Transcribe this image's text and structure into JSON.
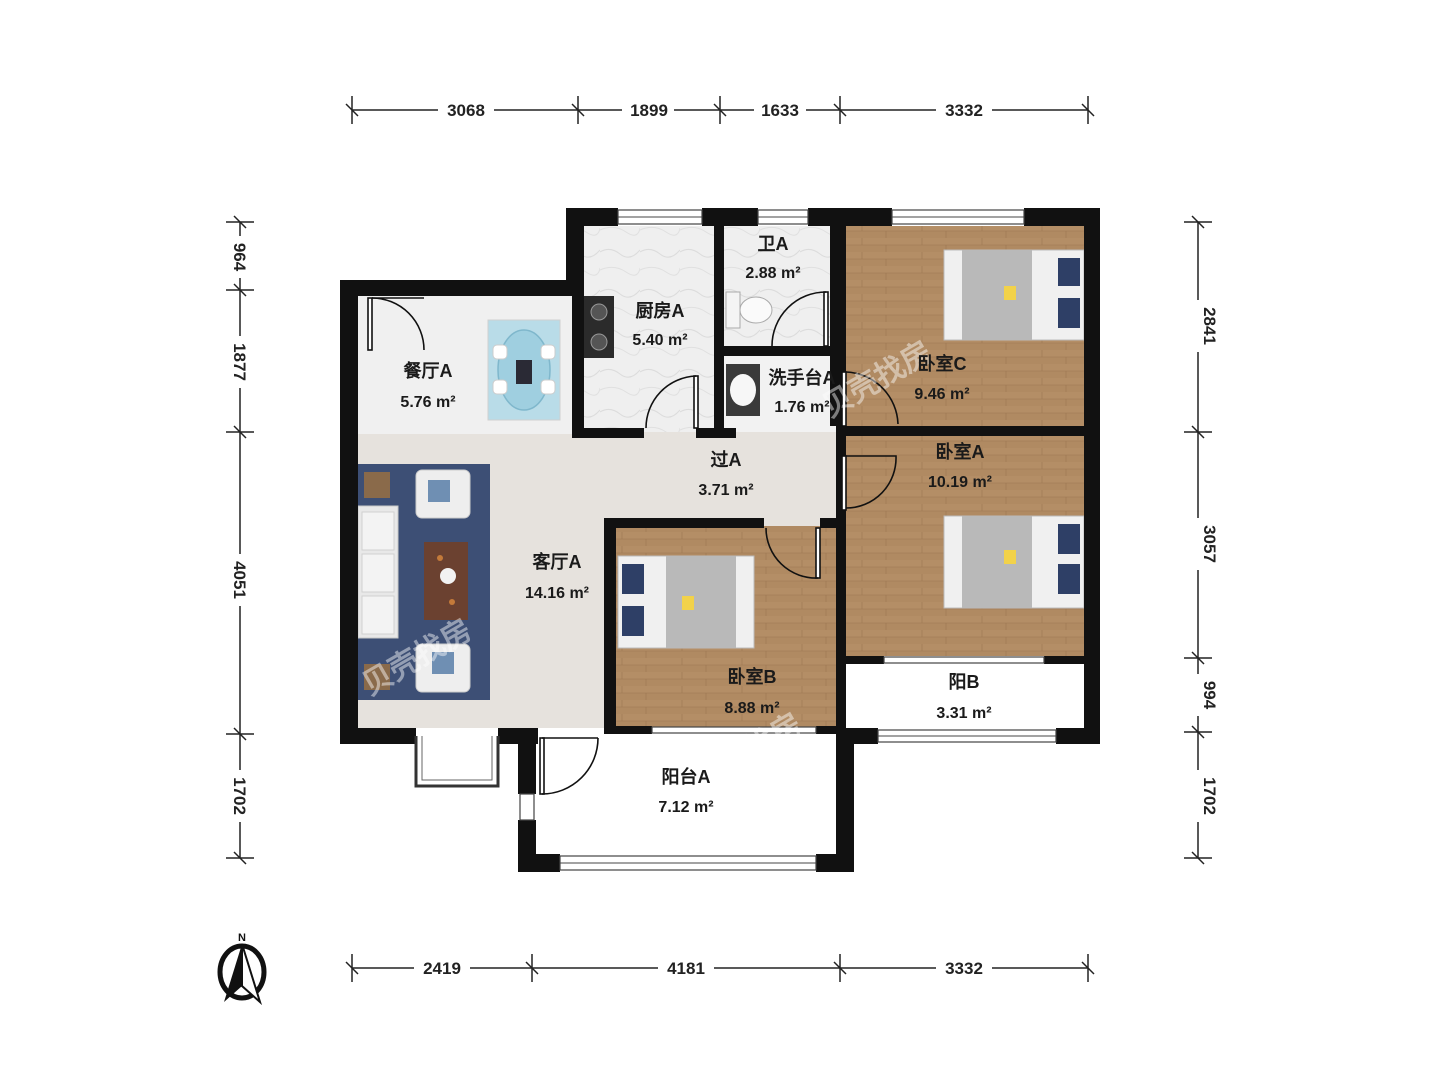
{
  "rooms": {
    "dining": {
      "name": "餐厅A",
      "area": "5.76 m²"
    },
    "kitchen": {
      "name": "厨房A",
      "area": "5.40 m²"
    },
    "toilet": {
      "name": "卫A",
      "area": "2.88 m²"
    },
    "washroom": {
      "name": "洗手台A",
      "area": "1.76 m²"
    },
    "bedroomC": {
      "name": "卧室C",
      "area": "9.46 m²"
    },
    "corridor": {
      "name": "过A",
      "area": "3.71 m²"
    },
    "bedroomA": {
      "name": "卧室A",
      "area": "10.19 m²"
    },
    "living": {
      "name": "客厅A",
      "area": "14.16 m²"
    },
    "bedroomB": {
      "name": "卧室B",
      "area": "8.88 m²"
    },
    "balconyB": {
      "name": "阳B",
      "area": "3.31 m²"
    },
    "balconyA": {
      "name": "阳台A",
      "area": "7.12 m²"
    }
  },
  "dimensions": {
    "top": [
      "3068",
      "1899",
      "1633",
      "3332"
    ],
    "bottom": [
      "2419",
      "4181",
      "3332"
    ],
    "left": [
      "964",
      "1877",
      "4051",
      "1702"
    ],
    "right": [
      "2841",
      "3057",
      "994",
      "1702"
    ]
  },
  "compass": {
    "label": "N"
  },
  "colors": {
    "wood": "#b08a62",
    "tile": "#ececec",
    "floor": "#e5e1dc",
    "rug": "#3d4f75",
    "wall": "#111111"
  }
}
